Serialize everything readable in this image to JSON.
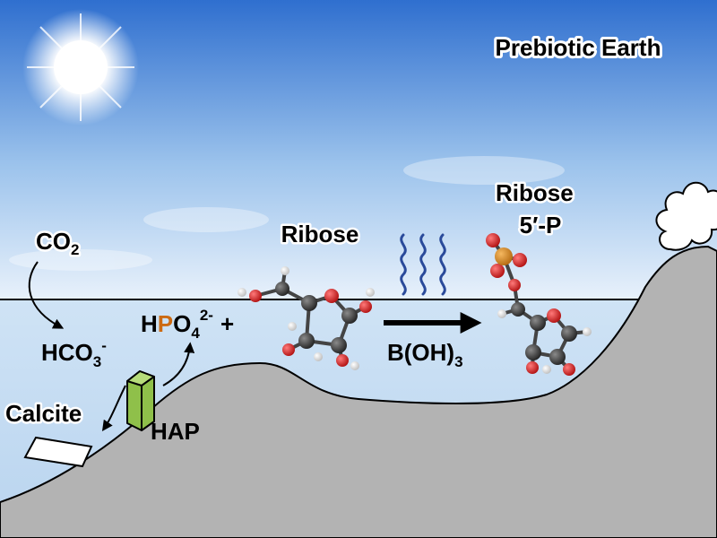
{
  "title": "Prebiotic Earth",
  "labels": {
    "co2": {
      "main": "CO",
      "sub": "2"
    },
    "hco3": {
      "main": "HCO",
      "sub": "3",
      "sup": "-"
    },
    "hpo4": {
      "h": "H",
      "p": "P",
      "o": "O",
      "sub": "4",
      "sup": "2-",
      "plus": "+"
    },
    "calcite": "Calcite",
    "hap": "HAP",
    "ribose": "Ribose",
    "ribose5p_line1": "Ribose",
    "ribose5p_line2": "5′-P",
    "boron": {
      "main": "B(OH)",
      "sub": "3"
    }
  },
  "colors": {
    "sky_top": "#2f6fcf",
    "sky_bottom": "#e8f1fb",
    "water": "#cfe3f5",
    "ground": "#b3b3b3",
    "hap_crystal": "#8fc04a",
    "phosphorus_highlight": "#cc6a12",
    "carbon_atom": "#3a3a3a",
    "oxygen_atom": "#d42020",
    "hydrogen_atom": "#f2f2f2",
    "phosphorus_atom": "#d9891e",
    "heat_waves": "#2a4a9a"
  },
  "icons": [
    "sun-icon",
    "volcano-smoke-icon",
    "heat-waves-icon",
    "reaction-arrow-icon",
    "hap-crystal-icon",
    "calcite-crystal-icon"
  ]
}
